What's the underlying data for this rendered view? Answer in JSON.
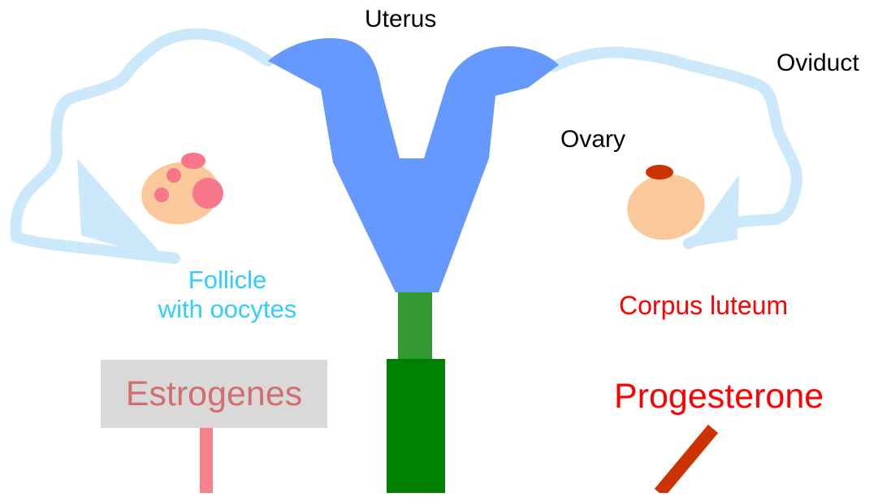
{
  "labels": {
    "uterus": "Uterus",
    "oviduct": "Oviduct",
    "ovary": "Ovary",
    "follicle_line1": "Follicle",
    "follicle_line2": "with oocytes",
    "corpus_luteum": "Corpus luteum",
    "estrogenes": "Estrogenes",
    "progesterone": "Progesterone"
  },
  "colors": {
    "uterus": "#6699ff",
    "oviduct": "#cce8fb",
    "ovary": "#fac89a",
    "follicle": "#f7768a",
    "corpus_luteum": "#cc3300",
    "cervix": "#339933",
    "vagina": "#008000",
    "estrogen_line": "#f4838b",
    "progesterone_line": "#cc3300",
    "follicle_text": "#33ccff",
    "corpus_text": "#ff0000",
    "estrogen_text": "#d36e70",
    "progesterone_text": "#ff0000",
    "estrogen_box": "#d9d9d9"
  }
}
